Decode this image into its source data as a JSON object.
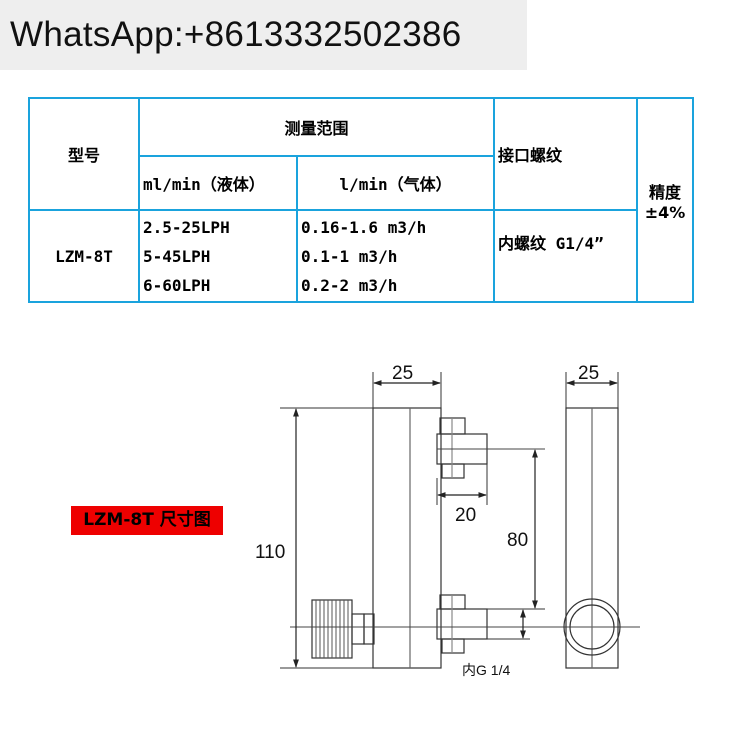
{
  "banner": {
    "text": "WhatsApp:+8613332502386"
  },
  "table": {
    "headers": {
      "model": "型号",
      "range": "测量范围",
      "range_liquid": "ml/min（液体）",
      "range_gas": "l/min（气体）",
      "thread": "接口螺纹",
      "precision_label": "精度",
      "precision_value": "±4%"
    },
    "row": {
      "model": "LZM-8T",
      "liquid": [
        "2.5-25LPH",
        "5-45LPH",
        "6-60LPH"
      ],
      "gas": [
        "0.16-1.6 m3/h",
        "0.1-1 m3/h",
        "0.2-2 m3/h"
      ],
      "thread": "内螺纹 G1/4”"
    }
  },
  "drawing": {
    "title": "LZM-8T 尺寸图",
    "dims": {
      "width_front": "25",
      "width_side": "25",
      "port_length": "20",
      "port_spacing": "80",
      "height": "110",
      "thread": "内G 1/4"
    }
  },
  "colors": {
    "table_border": "#1aa3dd",
    "title_bg": "#ee0000"
  }
}
